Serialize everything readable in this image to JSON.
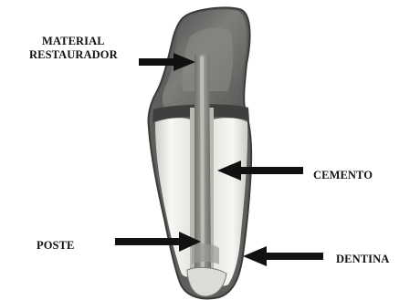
{
  "labels": {
    "material_line1": "MATERIAL",
    "material_line2": "RESTAURADOR",
    "cemento": "CEMENTO",
    "poste": "POSTE",
    "dentina": "DENTINA"
  },
  "colors": {
    "arrow": "#111111",
    "label_text": "#111111",
    "restoration": "#6e6e6e",
    "dentin": "#f0f0ea",
    "post": "#8a8a84",
    "cement": "#bdbdb6",
    "outline": "#4a4a4a"
  }
}
